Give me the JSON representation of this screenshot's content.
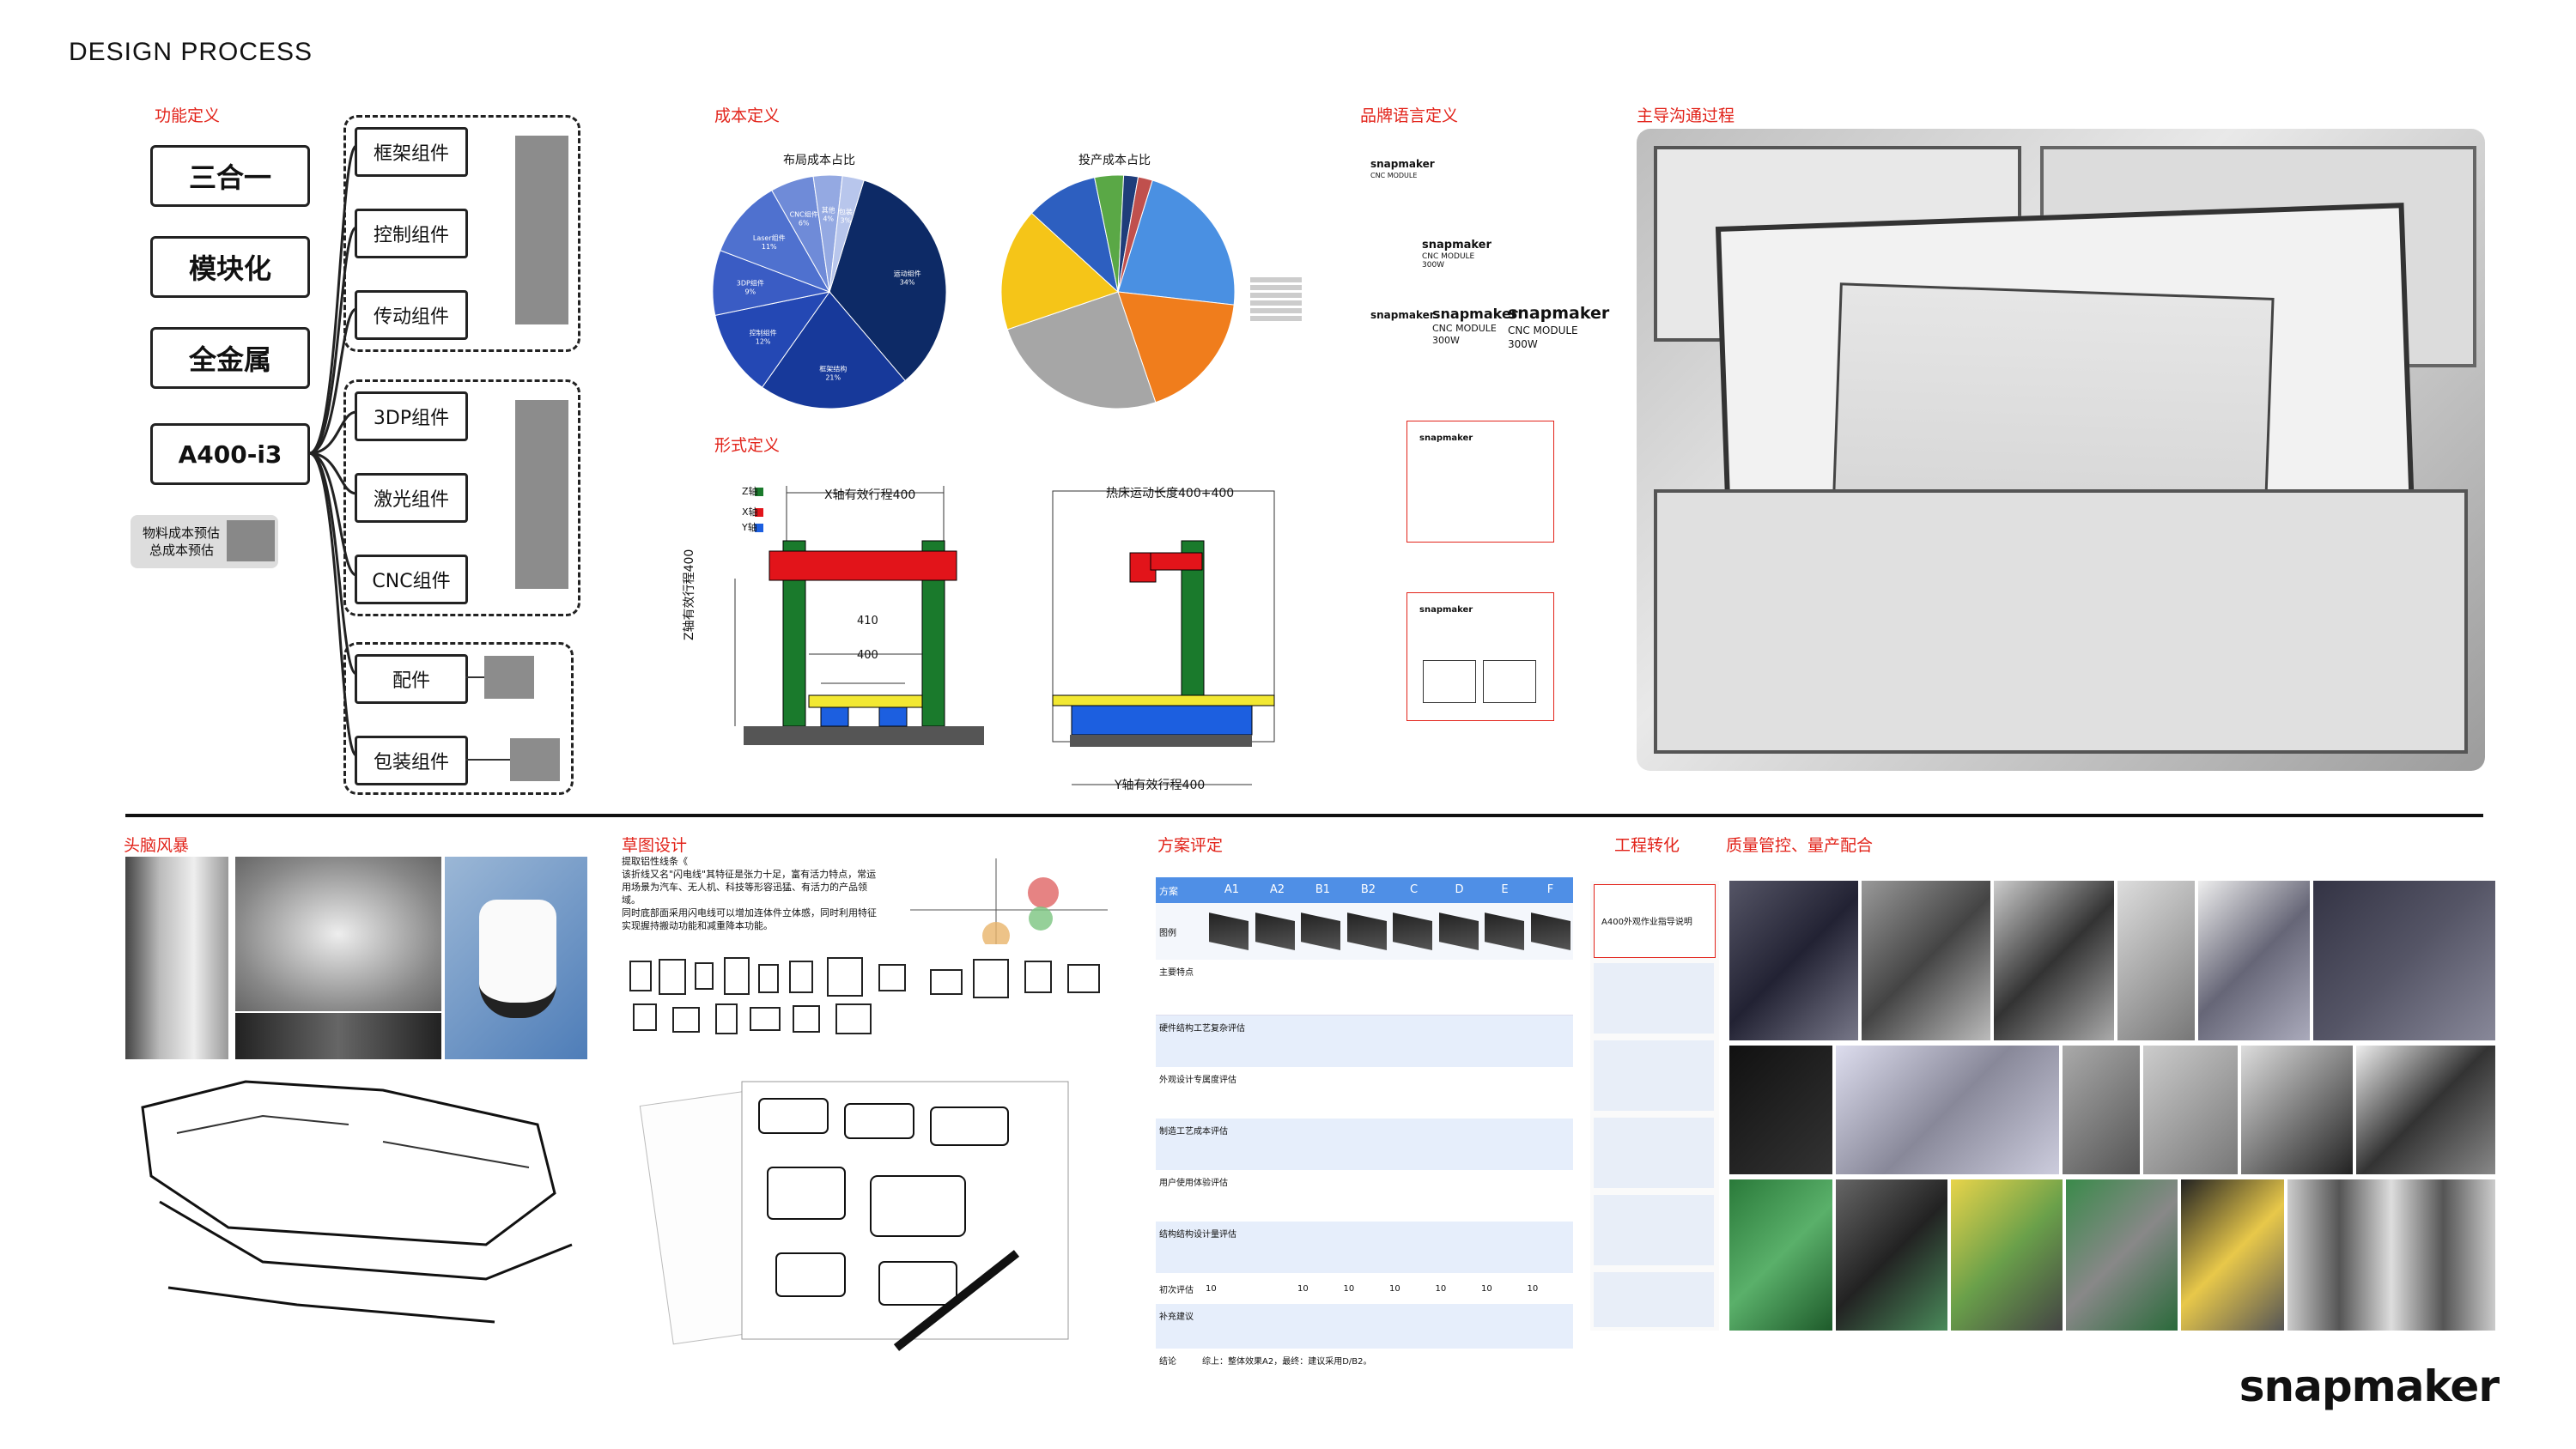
{
  "page_title": "DESIGN PROCESS",
  "sections": {
    "func": "功能定义",
    "cost": "成本定义",
    "brand": "品牌语言定义",
    "comm": "主导沟通过程",
    "form": "形式定义",
    "brainstorm": "头脑风暴",
    "sketch": "草图设计",
    "eval": "方案评定",
    "eng": "工程转化",
    "qc": "质量管控、量产配合"
  },
  "func_boxes": [
    "三合一",
    "模块化",
    "全金属",
    "A400-i3"
  ],
  "components": [
    "框架组件",
    "控制组件",
    "传动组件",
    "3DP组件",
    "激光组件",
    "CNC组件",
    "配件",
    "包装组件"
  ],
  "legend_box": {
    "line1": "物料成本预估",
    "line2": "总成本预估"
  },
  "pie1": {
    "title": "布局成本占比",
    "slices": [
      {
        "label": "运动组件",
        "pct": "34%",
        "value": 34,
        "color": "#0d2a66"
      },
      {
        "label": "框架结构",
        "pct": "21%",
        "value": 21,
        "color": "#17399a"
      },
      {
        "label": "控制组件",
        "pct": "12%",
        "value": 12,
        "color": "#2448b4"
      },
      {
        "label": "3DP组件",
        "pct": "9%",
        "value": 9,
        "color": "#3a5cc4"
      },
      {
        "label": "Laser组件",
        "pct": "11%",
        "value": 11,
        "color": "#4f71cf"
      },
      {
        "label": "CNC组件",
        "pct": "6%",
        "value": 6,
        "color": "#6f8bd8"
      },
      {
        "label": "其他",
        "pct": "4%",
        "value": 4,
        "color": "#94a9e2"
      },
      {
        "label": "包装",
        "pct": "3%",
        "value": 3,
        "color": "#b8c6ec"
      }
    ]
  },
  "pie2": {
    "title": "投产成本占比",
    "slices": [
      {
        "value": 22,
        "color": "#4a90e2"
      },
      {
        "value": 18,
        "color": "#f07d1c"
      },
      {
        "value": 25,
        "color": "#a6a6a6"
      },
      {
        "value": 17,
        "color": "#f5c518"
      },
      {
        "value": 10,
        "color": "#2d5fc0"
      },
      {
        "value": 4,
        "color": "#5aa846"
      },
      {
        "value": 2,
        "color": "#1f3d7a"
      },
      {
        "value": 2,
        "color": "#c0504d"
      }
    ]
  },
  "form": {
    "legend": [
      {
        "label": "Z轴",
        "color": "#1a7a2c"
      },
      {
        "label": "X轴",
        "color": "#e2141a"
      },
      {
        "label": "Y轴",
        "color": "#1c5fe0"
      }
    ],
    "x_travel": "X轴有效行程400",
    "z_travel": "Z轴有效行程400",
    "dim410": "410",
    "dim400": "400",
    "bed_travel": "热床运动长度400+400",
    "y_travel": "Y轴有效行程400"
  },
  "brand_text": {
    "logo": "snapmaker",
    "module": "CNC MODULE",
    "power": "300W"
  },
  "sketch_text": {
    "line1": "提取铝性线条《",
    "line2": "该折线又名\"闪电线\"其特征是张力十足，富有活力特点，常运用场景为汽车、无人机、科技等形容迅猛、有活力的产品领域。",
    "line3": "同时底部面采用闪电线可以增加连体件立体感，同时利用特征实现握持搬动功能和减重降本功能。"
  },
  "eval": {
    "headers": [
      "方案",
      "A1",
      "A2",
      "B1",
      "B2",
      "C",
      "D",
      "E",
      "F"
    ],
    "rows": [
      "图例",
      "主要特点",
      "硬件结构工艺复杂评估",
      "外观设计专属度评估",
      "制造工艺成本评估",
      "用户使用体验评估",
      "结构结构设计量评估",
      "初次评估",
      "补充建议",
      "结论"
    ],
    "initial": [
      "",
      "10",
      "",
      "10",
      "10",
      "10",
      "10",
      "10",
      "10"
    ],
    "conclusion": "综上：整体效果A2，最终：建议采用D/B2。"
  },
  "eng_doc": "A400外观作业指导说明",
  "logo": "snapmaker"
}
